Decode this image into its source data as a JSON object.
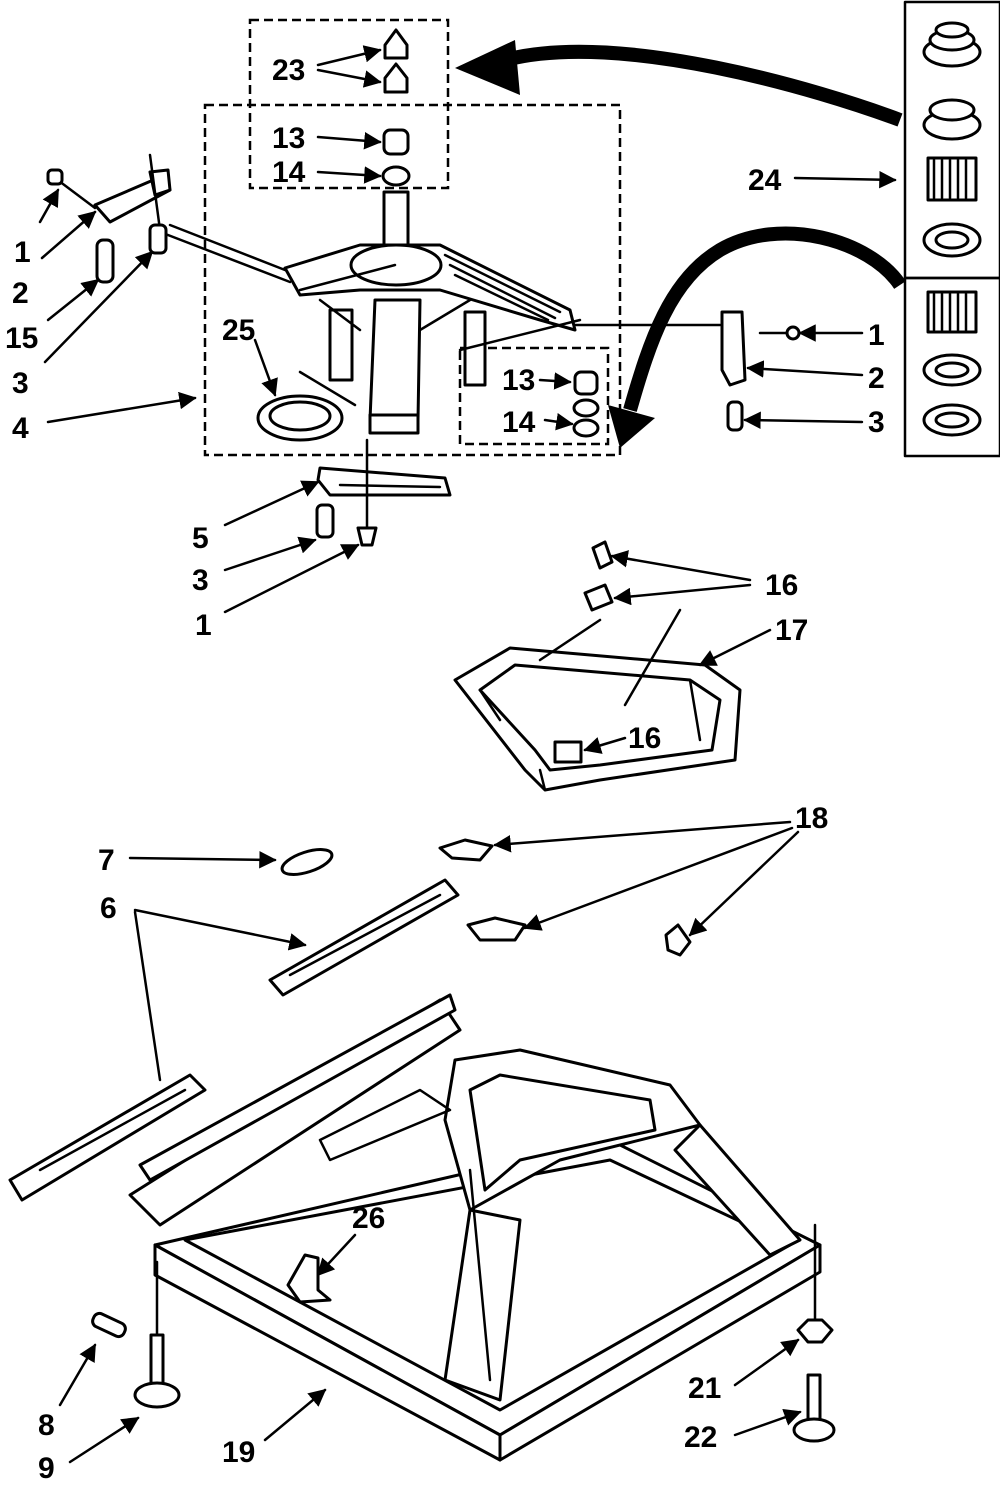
{
  "diagram": {
    "callouts": {
      "c1a": "1",
      "c2a": "2",
      "c15": "15",
      "c3a": "3",
      "c4": "4",
      "c25": "25",
      "c5": "5",
      "c3b": "3",
      "c1b": "1",
      "c23": "23",
      "c13a": "13",
      "c14a": "14",
      "c24": "24",
      "c1c": "1",
      "c2b": "2",
      "c3c": "3",
      "c13b": "13",
      "c14b": "14",
      "c16a": "16",
      "c17": "17",
      "c16b": "16",
      "c18": "18",
      "c7": "7",
      "c6": "6",
      "c26": "26",
      "c8": "8",
      "c9": "9",
      "c19": "19",
      "c21": "21",
      "c22": "22"
    }
  }
}
